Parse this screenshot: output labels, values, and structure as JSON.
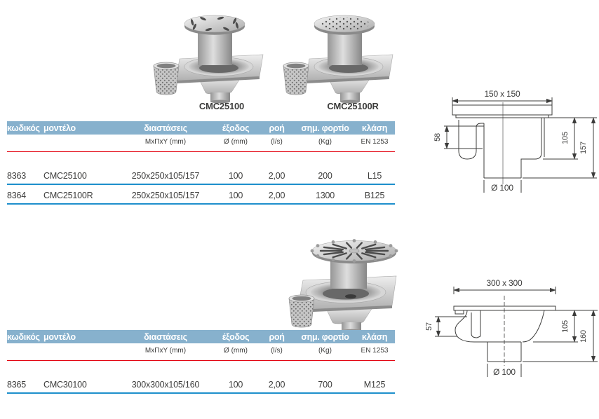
{
  "products": [
    {
      "label": "CMC25100"
    },
    {
      "label": "CMC25100R"
    }
  ],
  "tables": [
    {
      "headers": [
        "κωδικός",
        "μοντέλο",
        "διαστάσεις",
        "έξοδος",
        "ροή",
        "σημ. φορτίο",
        "κλάση"
      ],
      "subheaders": [
        "",
        "",
        "MxΠxY (mm)",
        "Ø (mm)",
        "(l/s)",
        "(Kg)",
        "EN 1253"
      ],
      "rows": [
        [
          "8363",
          "CMC25100",
          "250x250x105/157",
          "100",
          "2,00",
          "200",
          "L15"
        ],
        [
          "8364",
          "CMC25100R",
          "250x250x105/157",
          "100",
          "2,00",
          "1300",
          "B125"
        ]
      ]
    },
    {
      "headers": [
        "κωδικός",
        "μοντέλο",
        "διαστάσεις",
        "έξοδος",
        "ροή",
        "σημ. φορτίο",
        "κλάση"
      ],
      "subheaders": [
        "",
        "",
        "MxΠxY (mm)",
        "Ø (mm)",
        "(l/s)",
        "(Kg)",
        "EN 1253"
      ],
      "rows": [
        [
          "8365",
          "CMC30100",
          "300x300x105/160",
          "100",
          "2,00",
          "700",
          "M125"
        ]
      ]
    }
  ],
  "drawings": [
    {
      "flange_size": "150 x 150",
      "inlet_height": "58",
      "body_height": "105",
      "total_height": "157",
      "outlet_dia": "Ø 100"
    },
    {
      "flange_size": "300 x 300",
      "inlet_height": "57",
      "body_height": "105",
      "total_height": "160",
      "outlet_dia": "Ø 100"
    }
  ],
  "colors": {
    "header_bg": "#87b1cd",
    "header_text": "#ffffff",
    "accent_red": "#e30613",
    "row_line_blue": "#1e8fcc",
    "text": "#3c3c3b"
  }
}
